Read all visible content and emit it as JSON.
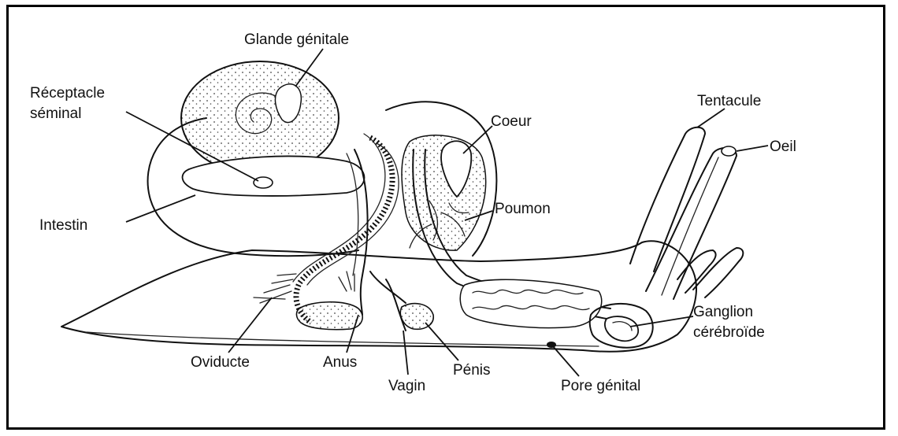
{
  "labels": {
    "glande_genitale": "Glande génitale",
    "receptacle_1": "Réceptacle",
    "receptacle_2": "séminal",
    "coeur": "Coeur",
    "tentacule": "Tentacule",
    "oeil": "Oeil",
    "intestin": "Intestin",
    "poumon": "Poumon",
    "ganglion_1": "Ganglion",
    "ganglion_2": "cérébroïde",
    "oviducte": "Oviducte",
    "anus": "Anus",
    "penis": "Pénis",
    "vagin": "Vagin",
    "pore_genital": "Pore génital"
  }
}
